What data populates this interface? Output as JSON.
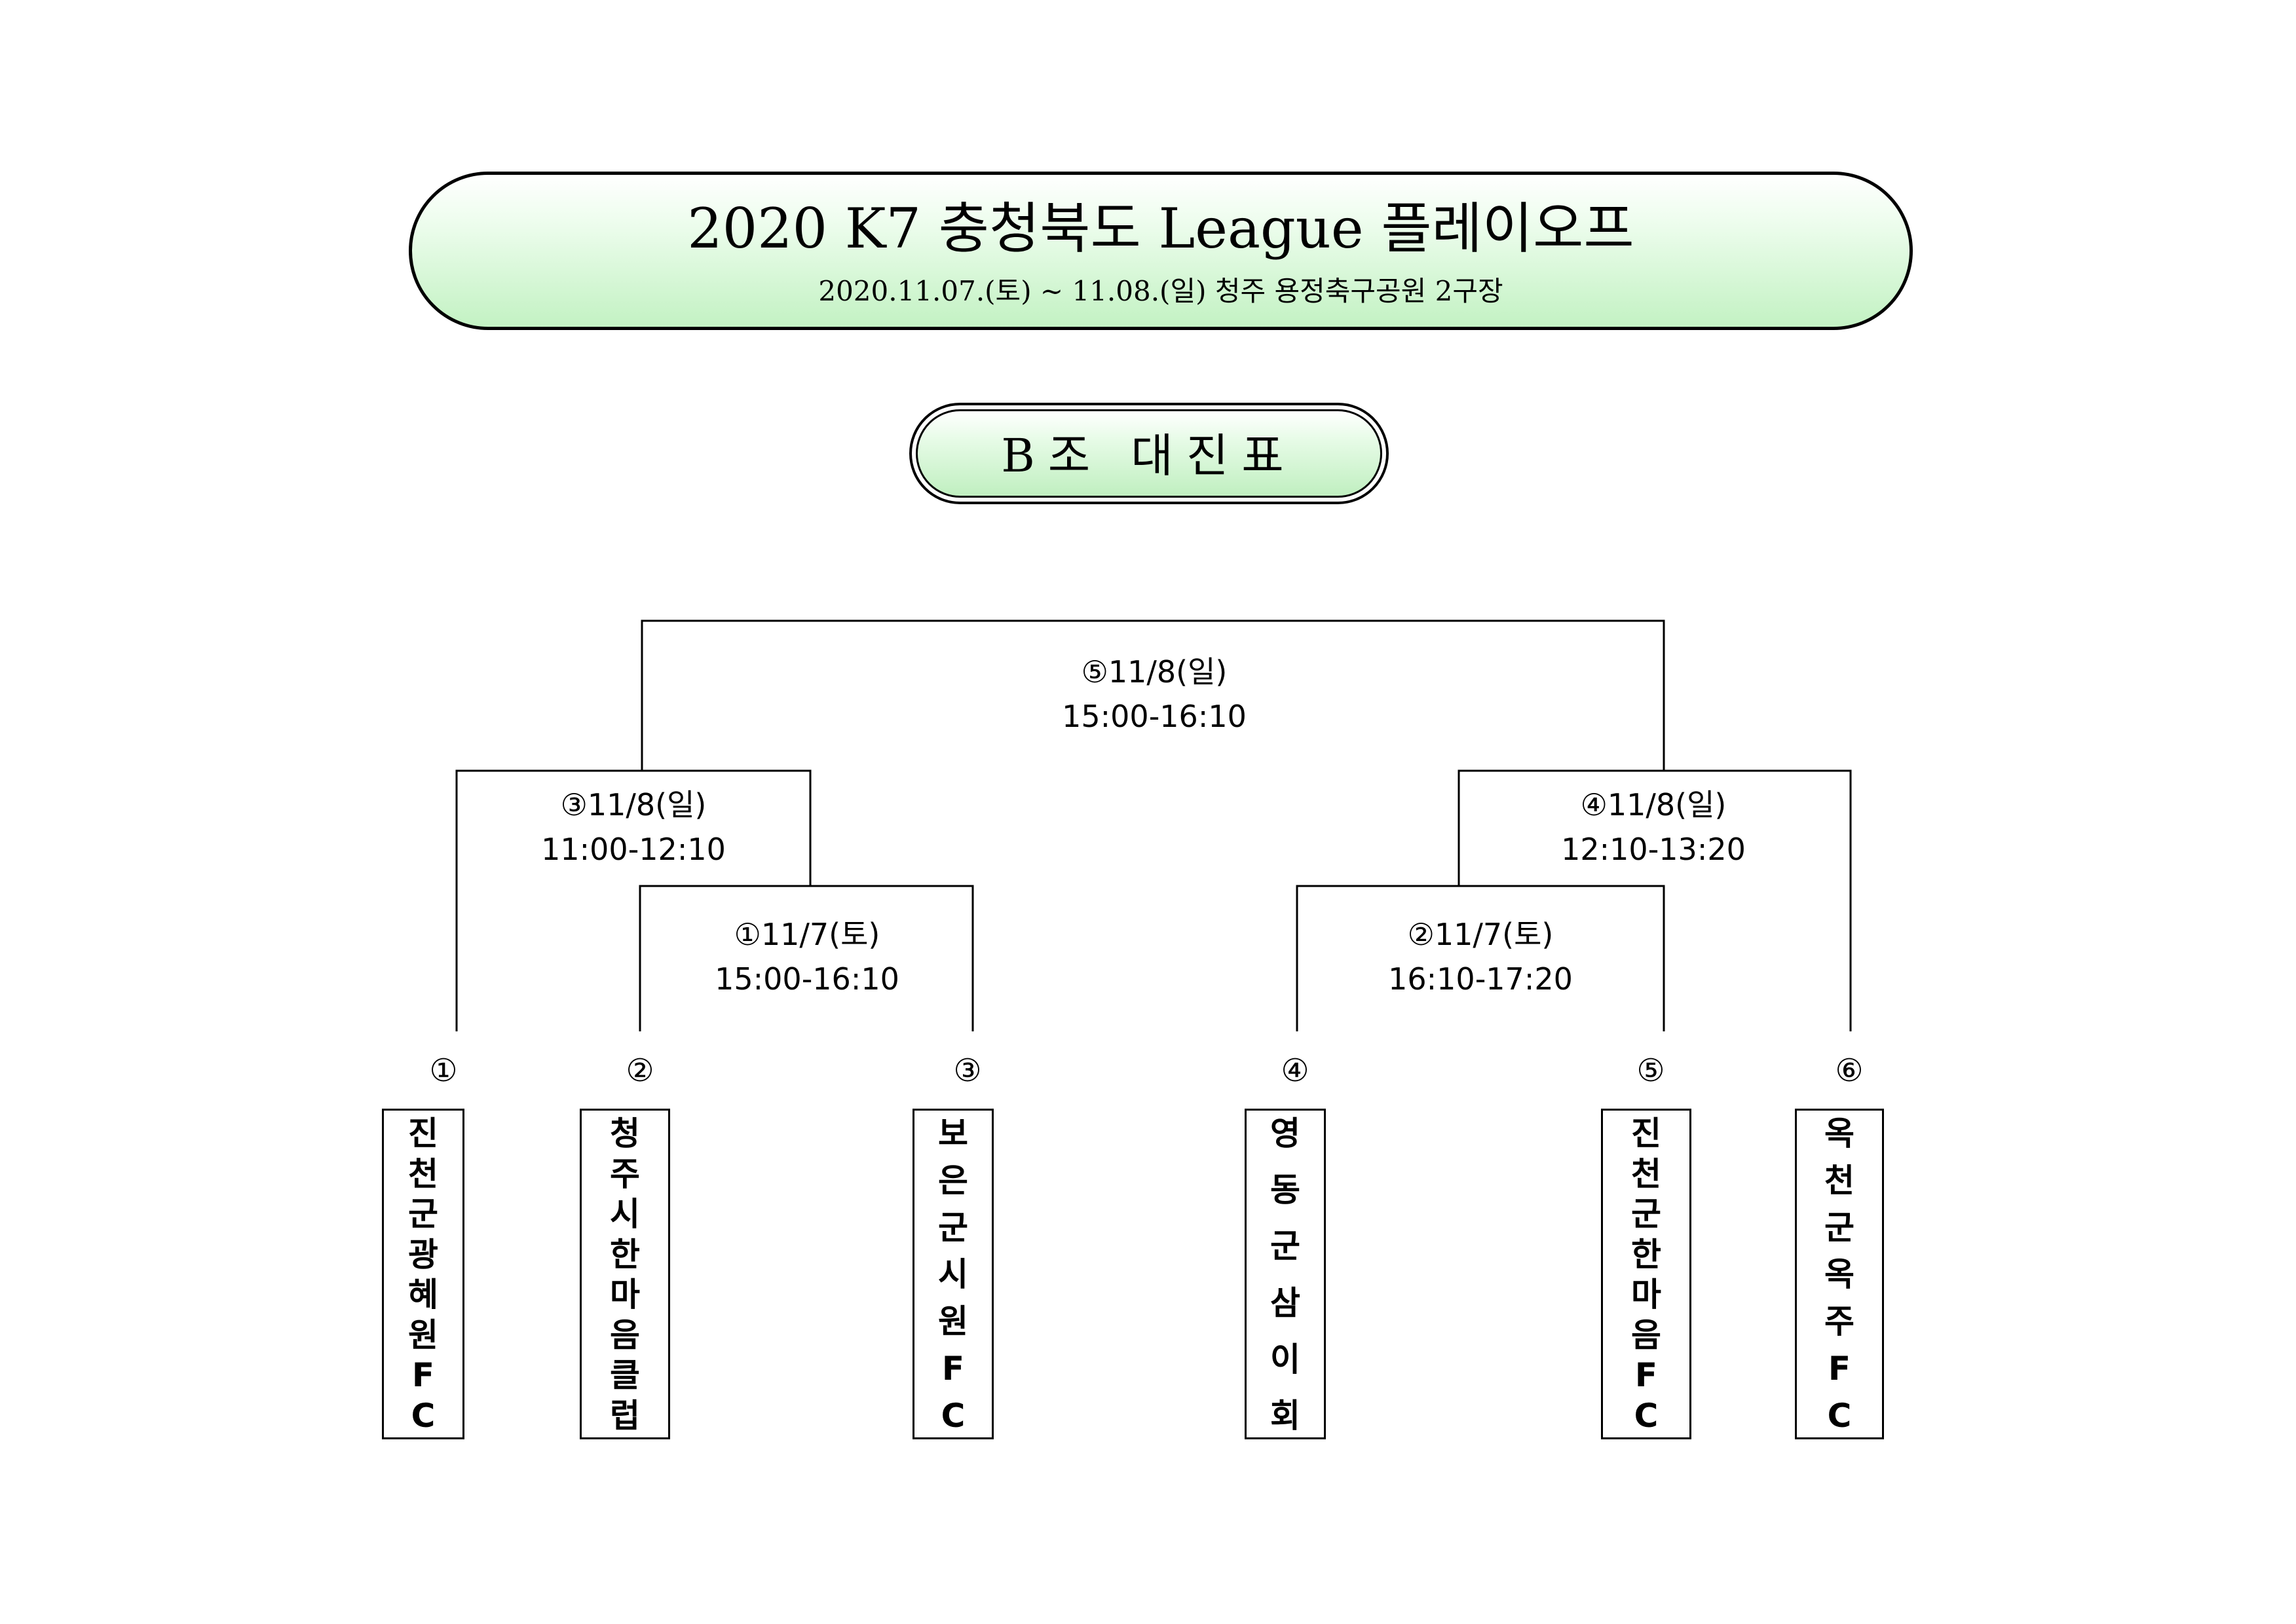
{
  "header": {
    "title": "2020 K7 충청북도 League 플레이오프",
    "subtitle": "2020.11.07.(토) ~ 11.08.(일) 청주 용정축구공원 2구장"
  },
  "group": {
    "label": "B조 대진표"
  },
  "matches": [
    {
      "num": "①",
      "date": "11/7(토)",
      "time": "15:00-16:10"
    },
    {
      "num": "②",
      "date": "11/7(토)",
      "time": "16:10-17:20"
    },
    {
      "num": "③",
      "date": "11/8(일)",
      "time": "11:00-12:10"
    },
    {
      "num": "④",
      "date": "11/8(일)",
      "time": "12:10-13:20"
    },
    {
      "num": "⑤",
      "date": "11/8(일)",
      "time": "15:00-16:10"
    }
  ],
  "teams": [
    {
      "seed": "①",
      "name": "진천군광혜원FC"
    },
    {
      "seed": "②",
      "name": "청주시한마음클럽"
    },
    {
      "seed": "③",
      "name": "보은군시원FC"
    },
    {
      "seed": "④",
      "name": "영동군삼이회"
    },
    {
      "seed": "⑤",
      "name": "진천군한마음FC"
    },
    {
      "seed": "⑥",
      "name": "옥천군옥주FC"
    }
  ]
}
